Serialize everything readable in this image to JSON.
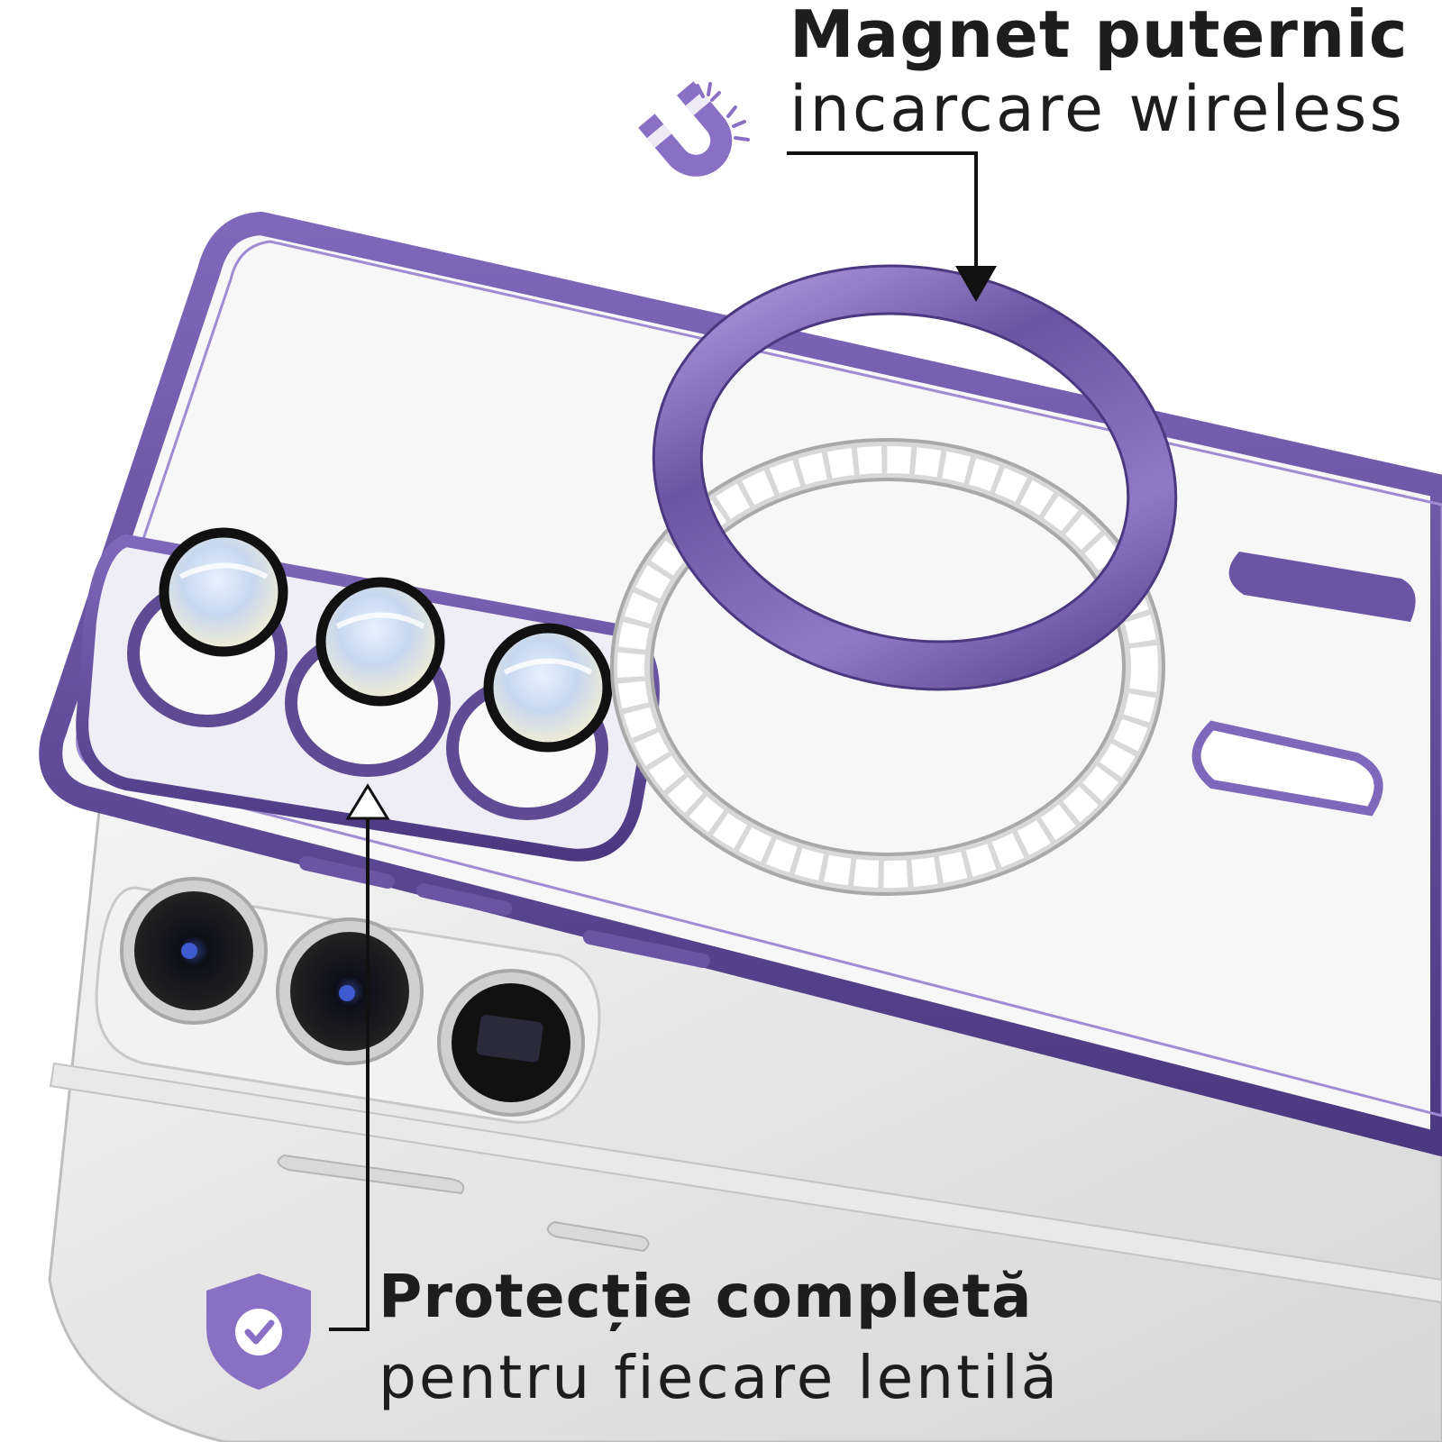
{
  "magnet": {
    "title": "Magnet puternic",
    "subtitle": "incarcare wireless"
  },
  "protection": {
    "title": "Protecție completă",
    "subtitle": "pentru fiecare lentilă"
  },
  "icons": {
    "magnet": "magnet-icon",
    "shield": "shield-check-icon"
  },
  "colors": {
    "accent": "#8a70c4",
    "case_purple": "#5e4b93",
    "text": "#1d1d1d"
  }
}
